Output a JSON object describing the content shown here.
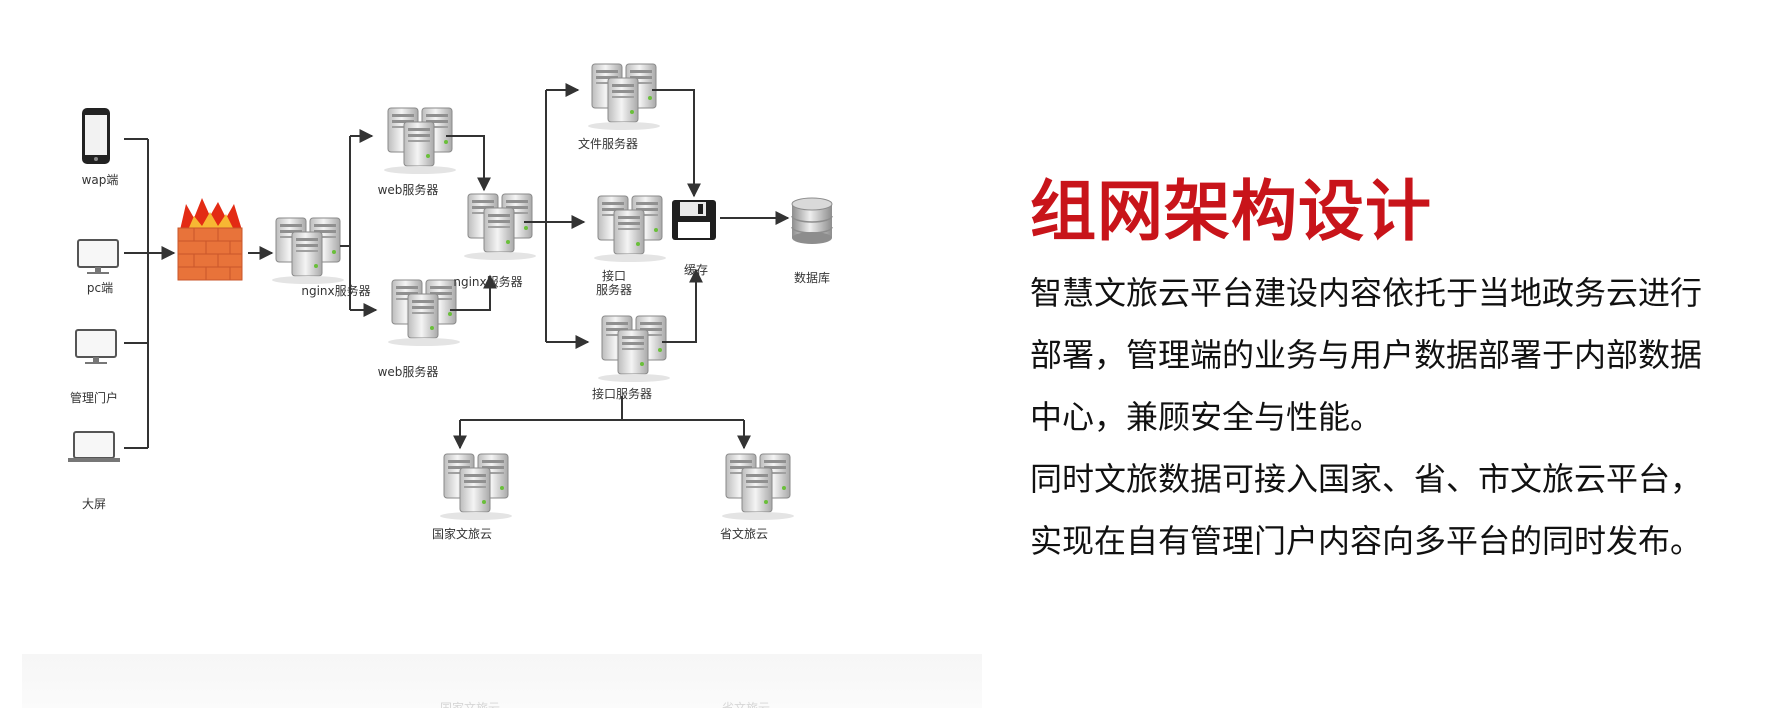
{
  "diagram": {
    "clients": [
      "wap端",
      "pc端",
      "管理门户",
      "大屏"
    ],
    "nodes": {
      "nginx_left": "nginx服务器",
      "web_top": "web服务器",
      "web_bottom": "web服务器",
      "nginx_mid": "nginx服务器",
      "file_server": "文件服务器",
      "api_mid": "接口\n服务器",
      "api_bottom": "接口服务器",
      "cache": "缓存",
      "database": "数据库",
      "national": "国家文旅云",
      "provincial": "省文旅云"
    },
    "reflection": [
      "国家文旅云",
      "省文旅云"
    ]
  },
  "title": "组网架构设计",
  "paragraphs": [
    [
      "智慧文旅云平台建设内容依托于当地政务云进行",
      "部署，管理端的业务与用户数据部署于内部数据",
      "中心，兼顾安全与性能。"
    ],
    [
      "同时文旅数据可接入国家、省、市文旅云平台，",
      "实现在自有管理门户内容向多平台的同时发布。"
    ]
  ],
  "colors": {
    "title": "#c8141a",
    "firewall": "#e8733a",
    "flame": "#e32b14",
    "server": "#d5d5d5",
    "arrow": "#333333"
  },
  "icons": {
    "wap": "phone-icon",
    "pc": "monitor-icon",
    "portal": "monitor-icon",
    "screen": "laptop-icon",
    "firewall": "firewall-icon",
    "server": "server-cluster-icon",
    "cache": "floppy-disk-icon",
    "database": "database-icon"
  }
}
